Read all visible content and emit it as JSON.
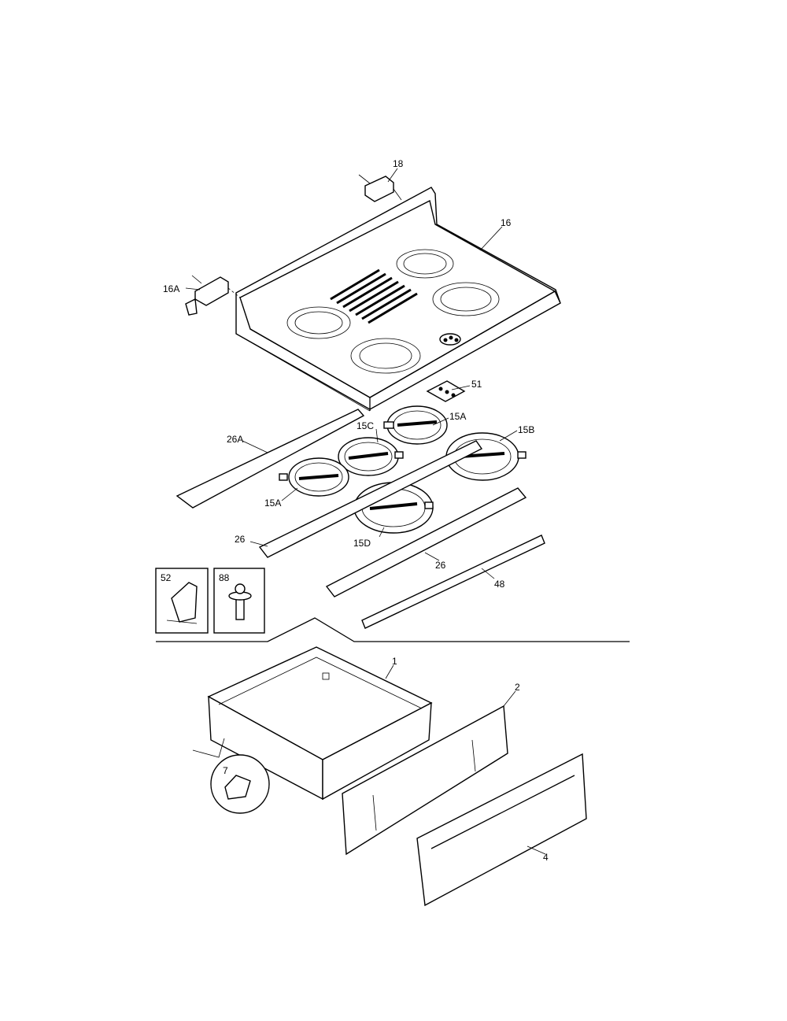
{
  "callouts": {
    "p18": "18",
    "p16": "16",
    "p16a": "16A",
    "p51": "51",
    "p15a_top": "15A",
    "p15c": "15C",
    "p15b": "15B",
    "p26a": "26A",
    "p15a_left": "15A",
    "p26_left": "26",
    "p15d": "15D",
    "p26_right": "26",
    "p48": "48",
    "p52": "52",
    "p88": "88",
    "p1": "1",
    "p2": "2",
    "p7": "7",
    "p4": "4"
  }
}
